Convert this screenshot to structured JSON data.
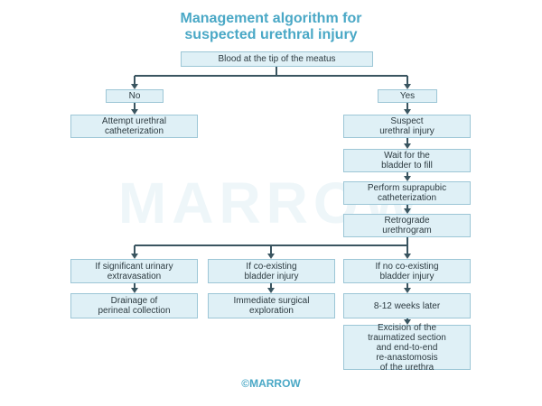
{
  "title": {
    "line1": "Management algorithm for",
    "line2": "suspected urethral injury"
  },
  "watermark": "MARROW",
  "footer": "©MARROW",
  "colors": {
    "accent": "#4aa8c6",
    "box_fill": "#dff0f6",
    "box_border": "#9cc6d6",
    "arrow": "#3a5560",
    "text": "#2c3a40"
  },
  "nodes": {
    "root": "Blood at the tip of the meatus",
    "no": "No",
    "yes": "Yes",
    "catheterize": "Attempt urethral\ncatheterization",
    "suspect": "Suspect\nurethral injury",
    "wait": "Wait for the\nbladder to fill",
    "suprapubic": "Perform suprapubic\ncatheterization",
    "retrograde": "Retrograde\nurethrogram",
    "extravasation": "If significant urinary\nextravasation",
    "coexisting": "If co-existing\nbladder injury",
    "no_coexisting": "If no co-existing\nbladder injury",
    "drainage": "Drainage of\nperineal collection",
    "surgical": "Immediate surgical\nexploration",
    "weeks": "8-12 weeks later",
    "excision": "Excision of the\ntraumatized section\nand end-to-end\nre-anastomosis\nof the urethra"
  }
}
